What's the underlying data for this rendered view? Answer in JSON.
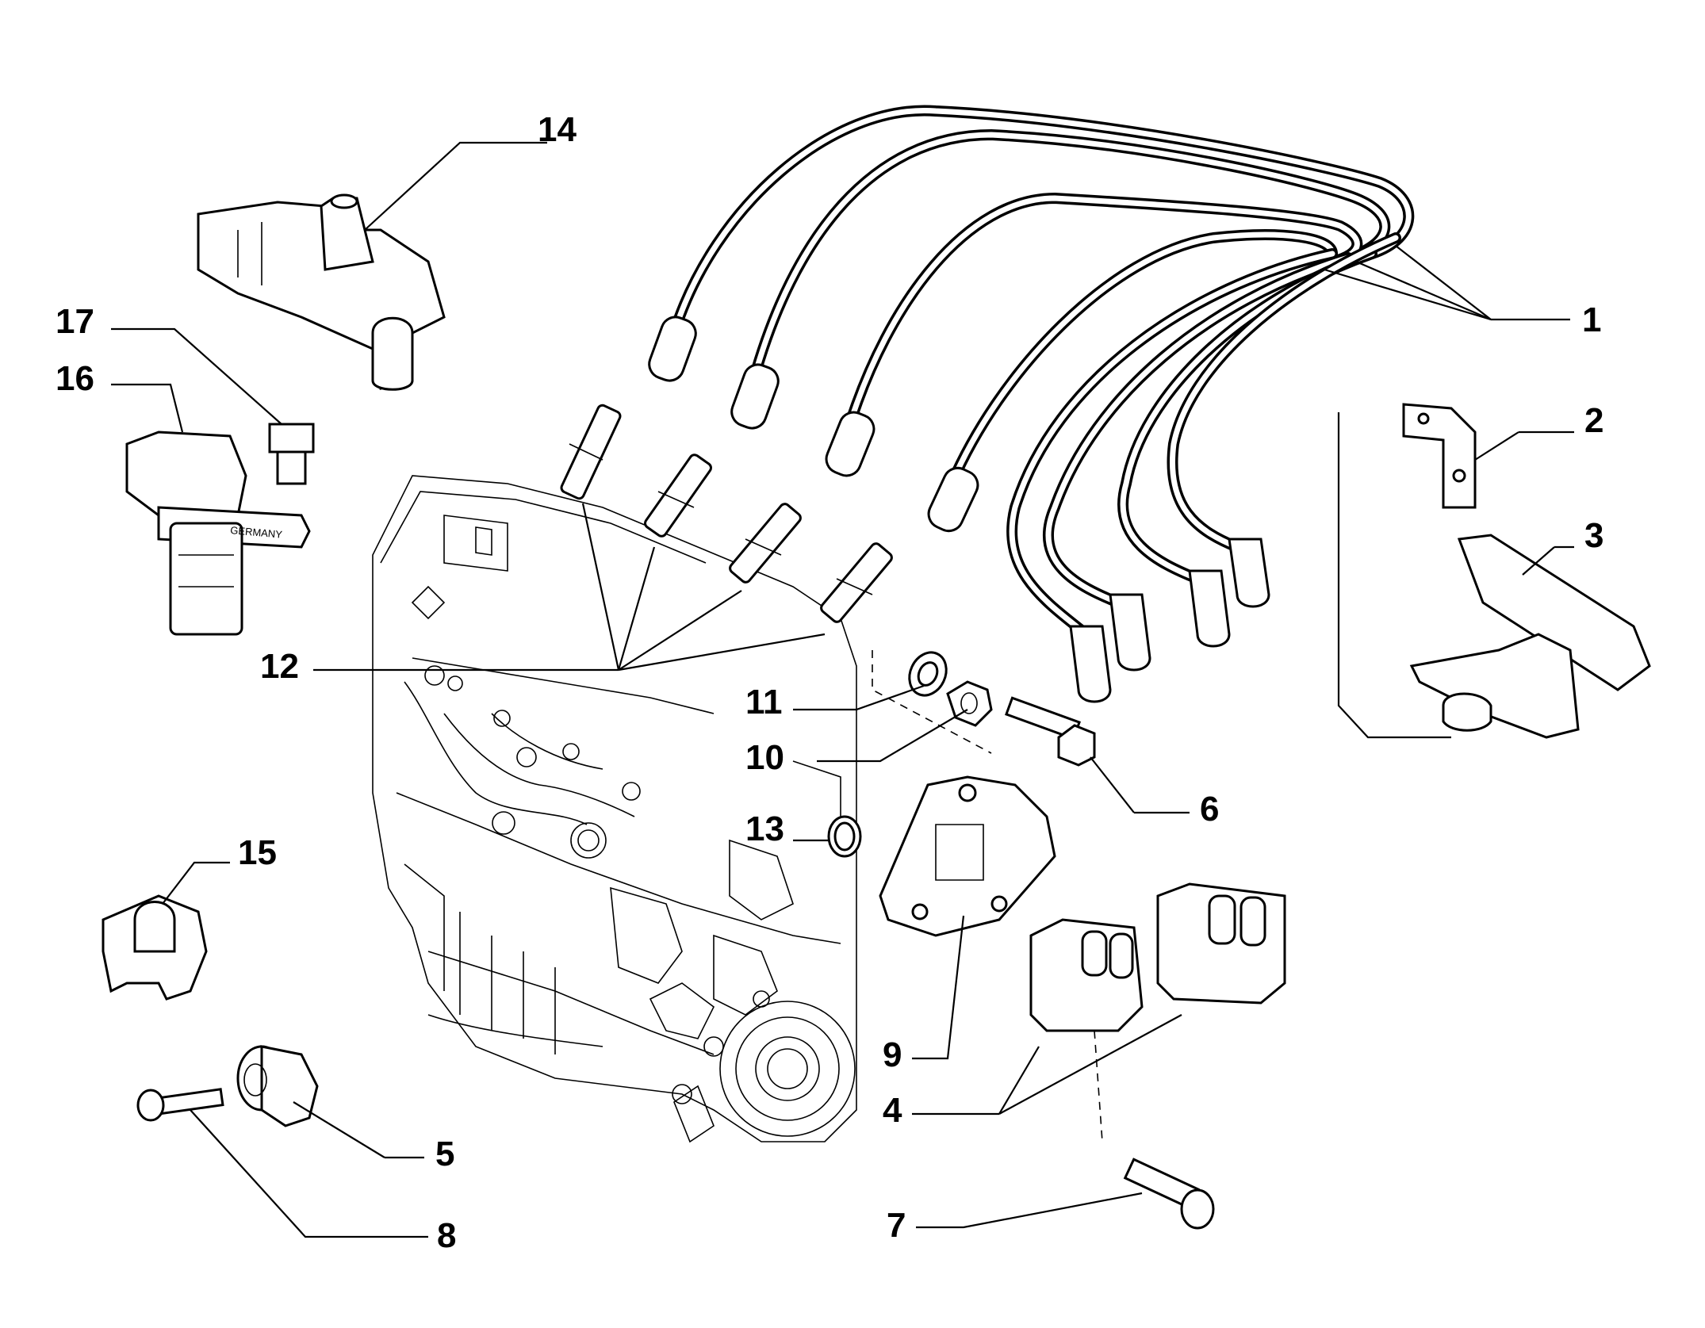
{
  "diagram": {
    "callouts": [
      {
        "id": "1",
        "label": "1"
      },
      {
        "id": "2",
        "label": "2"
      },
      {
        "id": "3",
        "label": "3"
      },
      {
        "id": "4",
        "label": "4"
      },
      {
        "id": "5",
        "label": "5"
      },
      {
        "id": "6",
        "label": "6"
      },
      {
        "id": "7",
        "label": "7"
      },
      {
        "id": "8",
        "label": "8"
      },
      {
        "id": "9",
        "label": "9"
      },
      {
        "id": "10",
        "label": "10"
      },
      {
        "id": "11",
        "label": "11"
      },
      {
        "id": "12",
        "label": "12"
      },
      {
        "id": "13",
        "label": "13"
      },
      {
        "id": "14",
        "label": "14"
      },
      {
        "id": "15",
        "label": "15"
      },
      {
        "id": "16",
        "label": "16"
      },
      {
        "id": "17",
        "label": "17"
      }
    ],
    "sensor_marking": "GERMANY"
  }
}
